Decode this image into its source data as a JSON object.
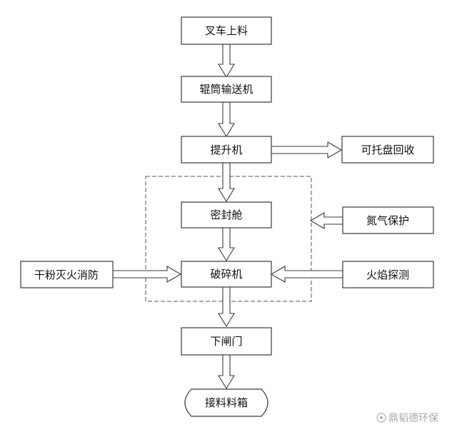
{
  "nodes": {
    "forklift": "叉车上料",
    "roller": "辊筒输送机",
    "lift": "提升机",
    "pallet": "可托盘回收",
    "sealed": "密封舱",
    "nitrogen": "氮气保护",
    "crusher": "破碎机",
    "drypowder": "干粉灭火消防",
    "flame": "火焰探测",
    "gate": "下闸门",
    "bin": "接料料箱"
  },
  "watermark": "鼎韬德环保"
}
